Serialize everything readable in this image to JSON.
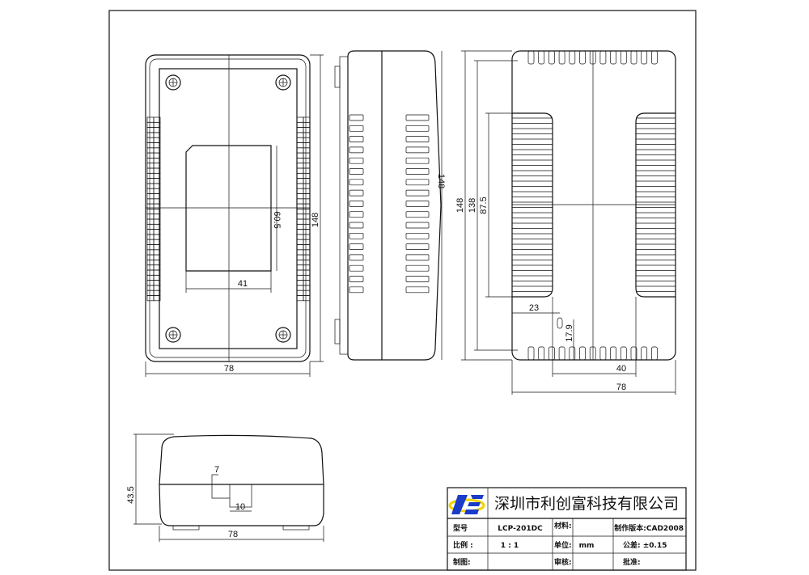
{
  "drawing": {
    "front_view": {
      "width_dim": "78",
      "height_dim": "148",
      "window_width_dim": "41",
      "window_height_dim": "60.5"
    },
    "side_view": {
      "height_dim": "148"
    },
    "back_view": {
      "outer_height_dim": "148",
      "inner_height_dim": "138",
      "vent_height_dim": "87.5",
      "slot_offset_x_dim": "23",
      "slot_offset_y_dim": "17.9",
      "vent_gap_dim": "40",
      "width_dim": "78"
    },
    "bottom_view": {
      "height_dim": "43.5",
      "notch_depth_dim": "7",
      "notch_width_dim": "10",
      "width_dim": "78"
    }
  },
  "title_block": {
    "company": "深圳市利创富科技有限公司",
    "model_label": "型号",
    "model_value": "LCP-201DC",
    "material_label": "材料:",
    "material_value": "",
    "version": "制作版本:CAD2008",
    "scale_label": "比例 :",
    "scale_value": "1 : 1",
    "unit_label": "单位:",
    "unit_value": "mm",
    "tolerance": "公差: ±0.15",
    "drawn_label": "制图:",
    "checked_label": "审核:",
    "approved_label": "批准:"
  },
  "colors": {
    "logo_blue": "#1a3cc8",
    "logo_yellow": "#f2d200"
  }
}
